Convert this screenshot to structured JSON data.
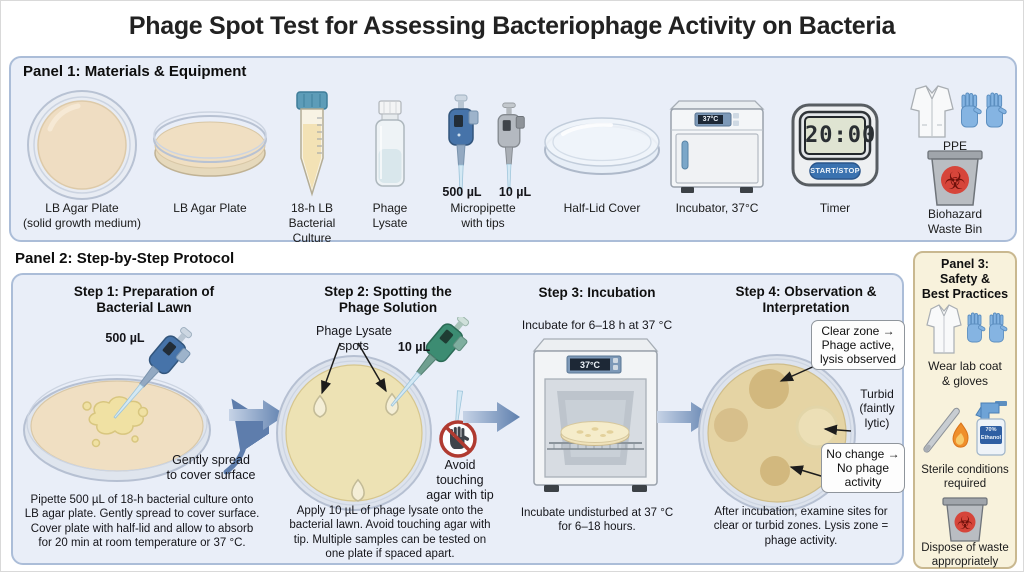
{
  "title": "Phage Spot Test for Assessing Bacteriophage Activity on Bacteria",
  "icons": {
    "biohazard": "☣"
  },
  "panel1": {
    "title": "Panel 1: Materials & Equipment",
    "items": {
      "plate_top": {
        "label": "LB Agar Plate\n(solid growth medium)"
      },
      "plate_3d": {
        "label": "LB Agar Plate"
      },
      "tube": {
        "label": "18-h LB\nBacterial Culture"
      },
      "lysate": {
        "label": "Phage\nLysate"
      },
      "pipettes": {
        "label": "Micropipette\nwith tips",
        "vol_large": "500 µL",
        "vol_small": "10 µL"
      },
      "half_lid": {
        "label": "Half-Lid Cover"
      },
      "incubator": {
        "label": "Incubator, 37°C",
        "display": "37°C"
      },
      "timer": {
        "label": "Timer",
        "display": "20:00",
        "button": "START/STOP"
      },
      "ppe": {
        "label": "PPE"
      },
      "bin": {
        "label": "Biohazard\nWaste Bin"
      }
    }
  },
  "panel2": {
    "title": "Panel 2: Step-by-Step Protocol",
    "step1": {
      "title": "Step 1: Preparation of\nBacterial Lawn",
      "volume": "500 µL",
      "note": "Gently spread\nto cover surface",
      "caption": "Pipette 500 µL of 18-h bacterial culture onto\nLB agar plate. Gently spread to cover surface.\nCover plate with half-lid and allow to absorb\nfor 20 min at room temperature or 37 °C."
    },
    "step2": {
      "title": "Step 2: Spotting the\nPhage Solution",
      "spots_label": "Phage Lysate spots",
      "volume": "10 µL",
      "warning": "Avoid\ntouching\nagar with tip",
      "caption": "Apply 10 µL of phage lysate onto the\nbacterial lawn. Avoid touching agar with\ntip. Multiple samples can be tested on\none plate if spaced apart."
    },
    "step3": {
      "title": "Step 3: Incubation",
      "note": "Incubate for 6–18 h at 37 °C",
      "display": "37°C",
      "caption": "Incubate undisturbed at 37 °C\nfor 6–18 hours."
    },
    "step4": {
      "title": "Step 4: Observation &\nInterpretation",
      "callout_clear": "Clear zone →\nPhage active,\nlysis observed",
      "label_turbid": "Turbid\n(faintly\nlytic)",
      "callout_none": "No change →\nNo phage\nactivity",
      "caption": "After incubation, examine sites for\nclear or turbid zones. Lysis zone =\nphage activity."
    }
  },
  "panel3": {
    "title": "Panel 3:\nSafety &\nBest Practices",
    "item1": "Wear lab coat\n& gloves",
    "bottle_label": "70%\nEthanol",
    "item2": "Sterile conditions\nrequired",
    "item3": "Dispose of waste\nappropriately"
  },
  "colors": {
    "panel_bg": "#e9eef8",
    "panel_border": "#abbdd8",
    "panel3_bg": "#f8f2dc",
    "panel3_border": "#c9b890",
    "agar": "#f0dfc2",
    "lawn_yellow": "#ede2b4",
    "pipette_blue": "#4673a9",
    "pipette_green": "#3c8c72",
    "arrow_blue": "#5e7fae",
    "warning_red": "#b03a30",
    "timer_button_blue": "#3a72b0",
    "biohazard_red": "#d6453a"
  }
}
